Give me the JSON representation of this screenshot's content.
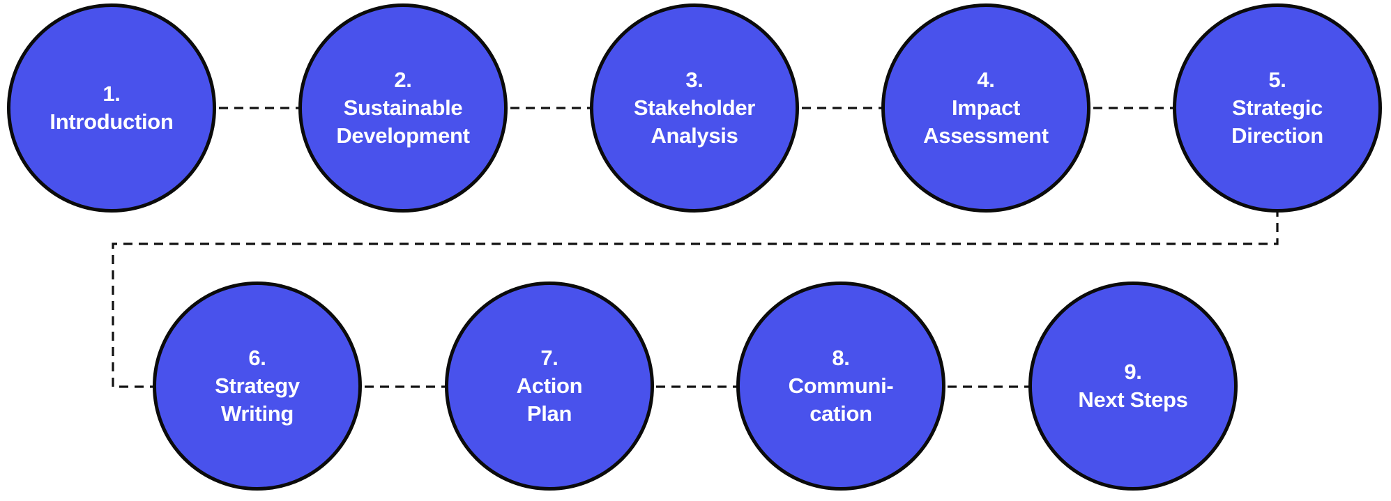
{
  "theme": {
    "background": "#ffffff",
    "circle_fill": "#4952EC",
    "circle_border": "#0b0b0b",
    "connector_color": "#111111",
    "text_color": "#ffffff"
  },
  "diagram": {
    "type": "process-flow",
    "steps": [
      {
        "number": "1.",
        "label_lines": [
          "Introduction"
        ]
      },
      {
        "number": "2.",
        "label_lines": [
          "Sustainable",
          "Development"
        ]
      },
      {
        "number": "3.",
        "label_lines": [
          "Stakeholder",
          "Analysis"
        ]
      },
      {
        "number": "4.",
        "label_lines": [
          "Impact",
          "Assessment"
        ]
      },
      {
        "number": "5.",
        "label_lines": [
          "Strategic",
          "Direction"
        ]
      },
      {
        "number": "6.",
        "label_lines": [
          "Strategy",
          "Writing"
        ]
      },
      {
        "number": "7.",
        "label_lines": [
          "Action",
          "Plan"
        ]
      },
      {
        "number": "8.",
        "label_lines": [
          "Communi-",
          "cation"
        ]
      },
      {
        "number": "9.",
        "label_lines": [
          "Next Steps"
        ]
      }
    ]
  }
}
